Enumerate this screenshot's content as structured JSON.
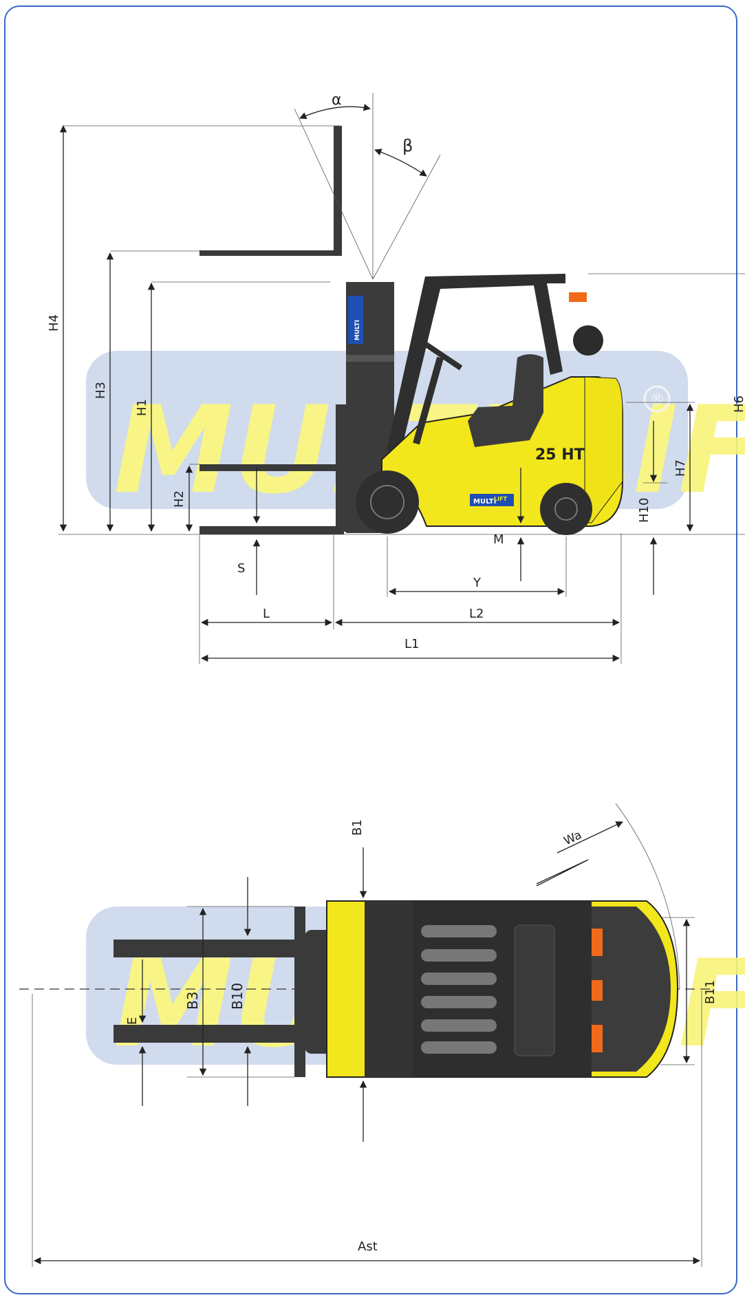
{
  "watermark": {
    "text": "MULTI LIFT",
    "registered_mark": "®"
  },
  "badge": {
    "multi": "MULTI",
    "lift": "LIFT"
  },
  "model_label": "25 HT",
  "side_view": {
    "labels": {
      "alpha": "α",
      "beta": "β",
      "h4": "H4",
      "h3": "H3",
      "h1": "H1",
      "h2": "H2",
      "h6": "H6",
      "h7": "H7",
      "h10": "H10",
      "s": "S",
      "m": "M",
      "y": "Y",
      "l": "L",
      "l2": "L2",
      "l1": "L1"
    }
  },
  "top_view": {
    "labels": {
      "b1": "B1",
      "b3": "B3",
      "b10": "B10",
      "b11": "B11",
      "e": "E",
      "wa": "Wa",
      "ast": "Ast"
    }
  },
  "colors": {
    "truck_yellow": "#f2e61c",
    "frame_blue": "#3a66c9",
    "dark": "#333333",
    "orange": "#f06a1a",
    "watermark_blue": "#c9d6ec",
    "watermark_yellow": "#f8f47a"
  }
}
